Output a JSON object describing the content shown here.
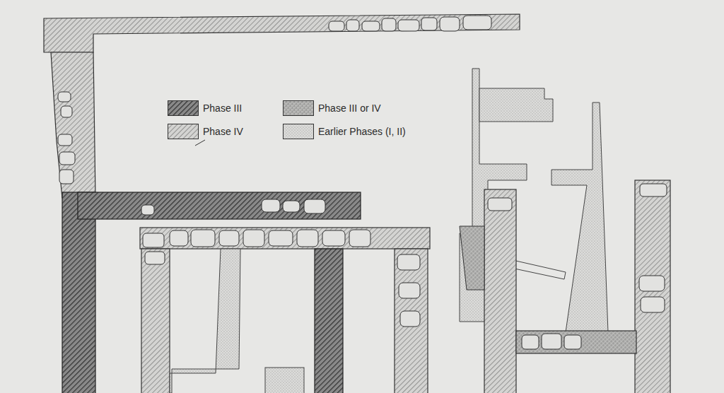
{
  "diagram": {
    "legend": [
      {
        "text": "Phase III"
      },
      {
        "text": "Phase III or IV"
      },
      {
        "text": "Phase IV"
      },
      {
        "text": "Earlier Phases (I, II)"
      }
    ]
  }
}
